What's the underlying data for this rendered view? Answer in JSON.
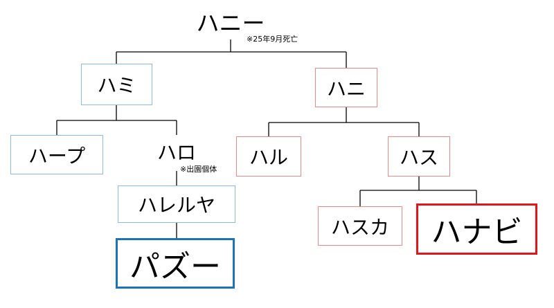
{
  "nodes": {
    "honey": "ハニー",
    "hami": "ハミ",
    "hani": "ハニ",
    "haapu": "ハープ",
    "haro": "ハロ",
    "haru": "ハル",
    "hasu": "ハス",
    "hareruya": "ハレルヤ",
    "pazu": "パズー",
    "hasuka": "ハスカ",
    "hanabi": "ハナビ"
  },
  "notes": {
    "honey": "※25年9月死亡",
    "haro": "※出園個体"
  },
  "colors": {
    "blue_thin": "#8fbad9",
    "red_thin": "#e48a8a",
    "blue_highlight": "#1a72b8",
    "red_highlight": "#e0161f"
  }
}
